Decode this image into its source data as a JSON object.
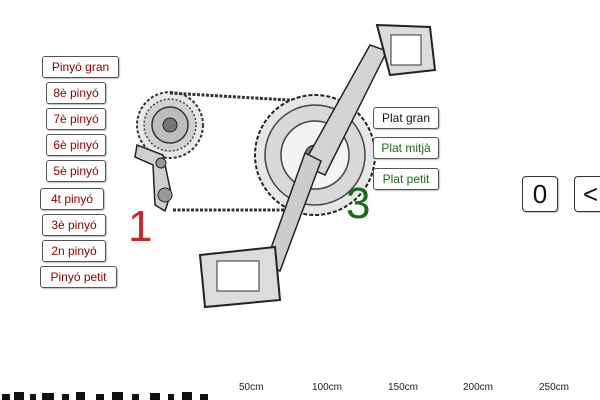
{
  "sprockets": {
    "items": [
      {
        "label": "Pinyó gran"
      },
      {
        "label": "8è pinyó"
      },
      {
        "label": "7è pinyó"
      },
      {
        "label": "6è pinyó"
      },
      {
        "label": "5è pinyó"
      },
      {
        "label": "4t pinyó"
      },
      {
        "label": "3è pinyó"
      },
      {
        "label": "2n pinyó"
      },
      {
        "label": "Pinyó petit"
      }
    ],
    "selected_number": "1",
    "color": "#8b0000"
  },
  "chainrings": {
    "items": [
      {
        "label": "Plat gran",
        "color": "#111111"
      },
      {
        "label": "Plat mitjà",
        "color": "#1a6b1a"
      },
      {
        "label": "Plat petit",
        "color": "#1a6b1a"
      }
    ],
    "selected_number": "3",
    "color": "#1a6b1a"
  },
  "counter": {
    "value": "0",
    "back_label": "<"
  },
  "scale": {
    "ticks": [
      "50cm",
      "100cm",
      "150cm",
      "200cm",
      "250cm"
    ]
  }
}
